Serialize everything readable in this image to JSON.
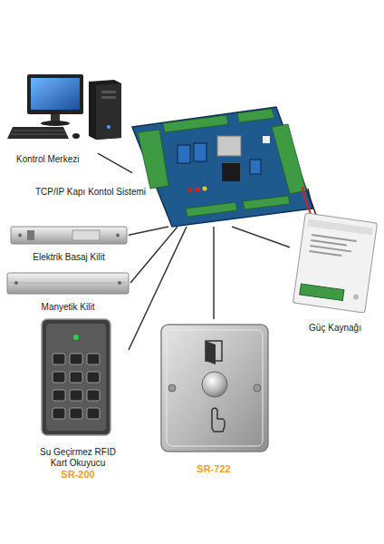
{
  "diagram": {
    "nodes": [
      {
        "text": [
          "Kontrol Merkezi"
        ]
      },
      {
        "text": [
          "TCP/IP Kapı Kontol Sistemi"
        ]
      },
      {
        "text": [
          "Elektrik Basaj Kilit"
        ]
      },
      {
        "text": [
          "Manyetik Kilit"
        ]
      },
      {
        "text": [
          "Güç Kaynağı"
        ]
      },
      {
        "text": [
          "Su Geçirmez RFID Kart Okuyucu",
          "SR-200"
        ]
      },
      {
        "text": [
          "SR-722"
        ]
      }
    ],
    "edges": [
      {
        "from": 1,
        "to": 0,
        "arrow": "none"
      },
      {
        "from": 1,
        "to": 2,
        "arrow": "none"
      },
      {
        "from": 1,
        "to": 3,
        "arrow": "none"
      },
      {
        "from": 1,
        "to": 4,
        "arrow": "none"
      },
      {
        "from": 1,
        "to": 5,
        "arrow": "none"
      },
      {
        "from": 1,
        "to": 6,
        "arrow": "none"
      }
    ]
  }
}
